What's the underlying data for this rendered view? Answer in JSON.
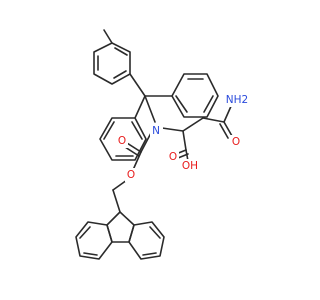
{
  "structure": {
    "atoms": {
      "nh2": "NH2",
      "n": "N",
      "carbamate_o": "O",
      "ester_o": "O",
      "amide_o": "O",
      "acid_o": "O",
      "acid_oh": "OH"
    },
    "colors": {
      "bond": "#2b2b2b",
      "oxygen": "#e81c1c",
      "nitrogen": "#2b4bdc"
    }
  }
}
